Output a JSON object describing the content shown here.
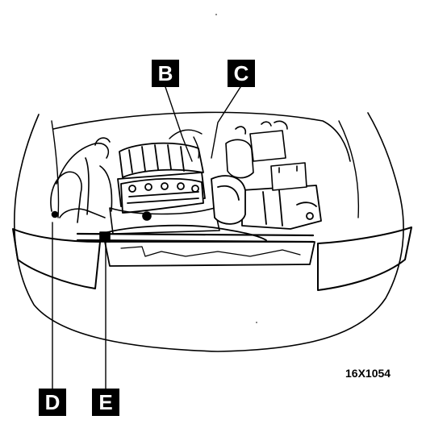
{
  "callouts": {
    "b": "B",
    "c": "C",
    "d": "D",
    "e": "E"
  },
  "figure_code": "16X1054"
}
